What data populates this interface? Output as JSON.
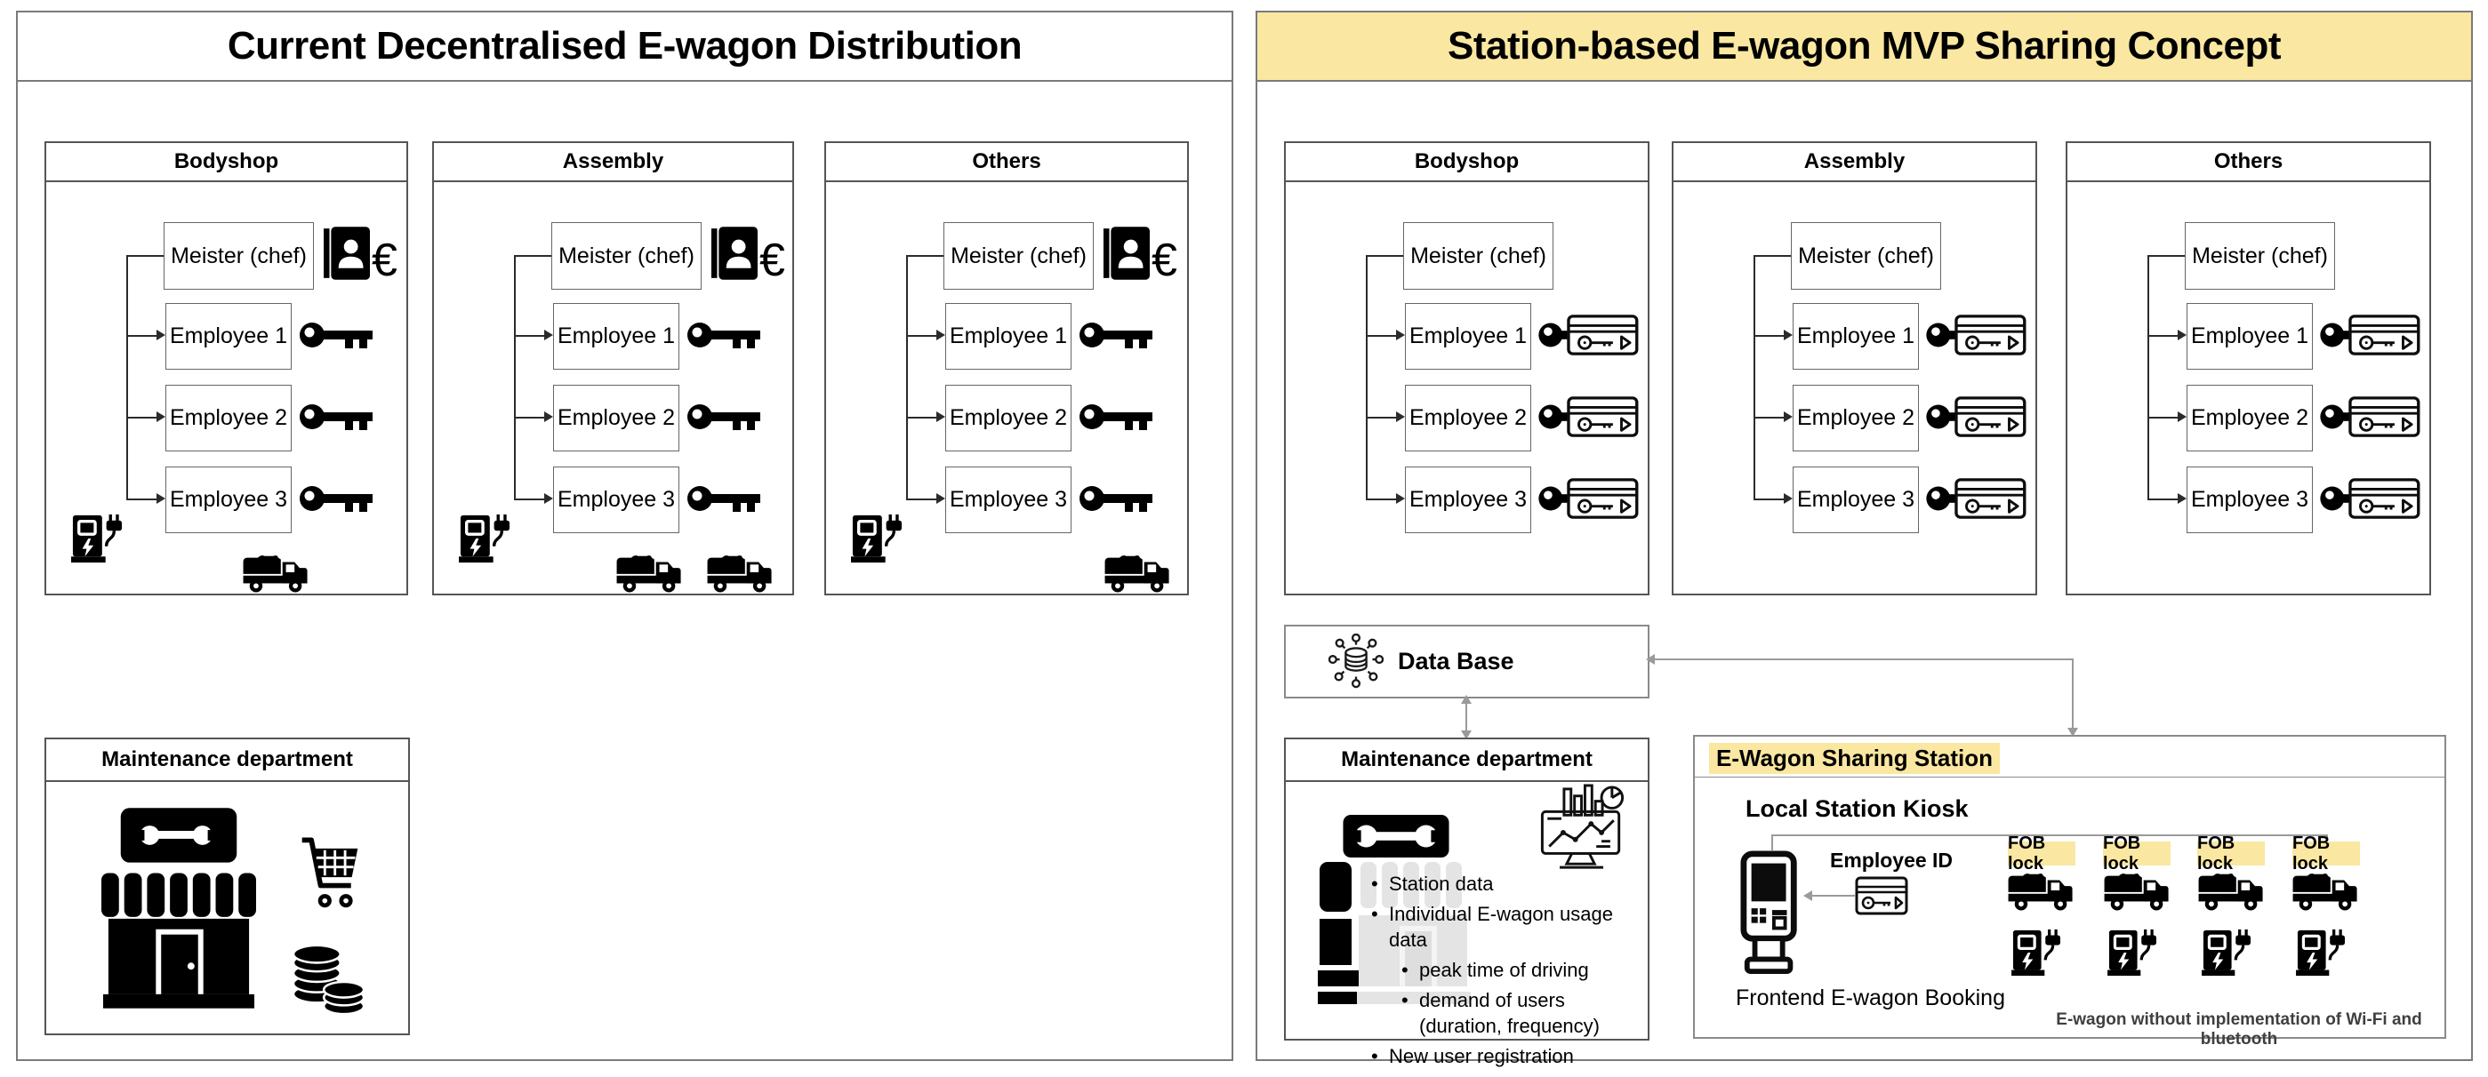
{
  "colors": {
    "highlight": "#FAE7A1",
    "connector_gray": "#9a9a9a"
  },
  "left_panel": {
    "title": "Current Decentralised E-wagon Distribution",
    "euro_symbol": "€",
    "departments": [
      {
        "name": "Bodyshop",
        "meister": "Meister (chef)",
        "employees": [
          "Employee 1",
          "Employee 2",
          "Employee 3"
        ]
      },
      {
        "name": "Assembly",
        "meister": "Meister (chef)",
        "employees": [
          "Employee 1",
          "Employee 2",
          "Employee 3"
        ]
      },
      {
        "name": "Others",
        "meister": "Meister (chef)",
        "employees": [
          "Employee 1",
          "Employee 2",
          "Employee 3"
        ]
      }
    ],
    "maintenance": {
      "title": "Maintenance department"
    }
  },
  "right_panel": {
    "title": "Station-based E-wagon MVP Sharing Concept",
    "departments": [
      {
        "name": "Bodyshop",
        "meister": "Meister (chef)",
        "employees": [
          "Employee 1",
          "Employee 2",
          "Employee 3"
        ]
      },
      {
        "name": "Assembly",
        "meister": "Meister (chef)",
        "employees": [
          "Employee 1",
          "Employee 2",
          "Employee 3"
        ]
      },
      {
        "name": "Others",
        "meister": "Meister (chef)",
        "employees": [
          "Employee 1",
          "Employee 2",
          "Employee 3"
        ]
      }
    ],
    "database": {
      "label": "Data Base"
    },
    "maintenance": {
      "title": "Maintenance department",
      "bullets": [
        {
          "text": "Station data",
          "level": 1
        },
        {
          "text": "Individual E-wagon usage data",
          "level": 1
        },
        {
          "text": "peak time of driving",
          "level": 2
        },
        {
          "text": "demand of users (duration, frequency)",
          "level": 2
        },
        {
          "text": "New user registration",
          "level": 1
        }
      ]
    },
    "sharing_station": {
      "title": "E-Wagon Sharing Station",
      "kiosk_heading": "Local Station Kiosk",
      "employee_id_label": "Employee ID",
      "fob_locks": [
        "FOB lock",
        "FOB lock",
        "FOB lock",
        "FOB lock"
      ],
      "frontend_label": "Frontend E-wagon Booking",
      "note": "E-wagon without implementation of Wi-Fi and bluetooth"
    }
  }
}
